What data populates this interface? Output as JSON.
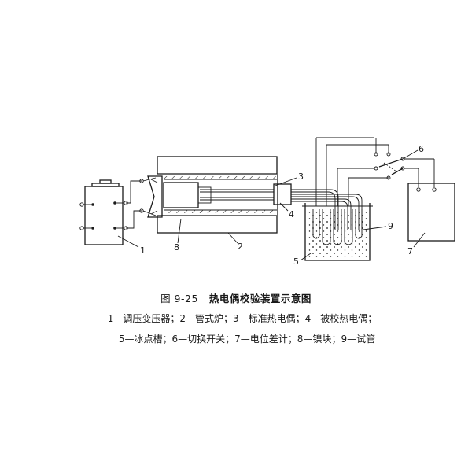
{
  "figure": {
    "number": "图 9-25",
    "title": "热电偶校验装置示意图"
  },
  "legend": {
    "line1": "1—调压变压器；2—管式炉；3—标准热电偶；4—被校热电偶；",
    "line2": "5—冰点槽；6—切换开关；7—电位差计；8—镍块；9—试管"
  },
  "callouts": [
    "1",
    "2",
    "3",
    "4",
    "5",
    "6",
    "7",
    "8",
    "9"
  ],
  "colors": {
    "ink": "#1a1a1a",
    "paper": "#ffffff"
  }
}
